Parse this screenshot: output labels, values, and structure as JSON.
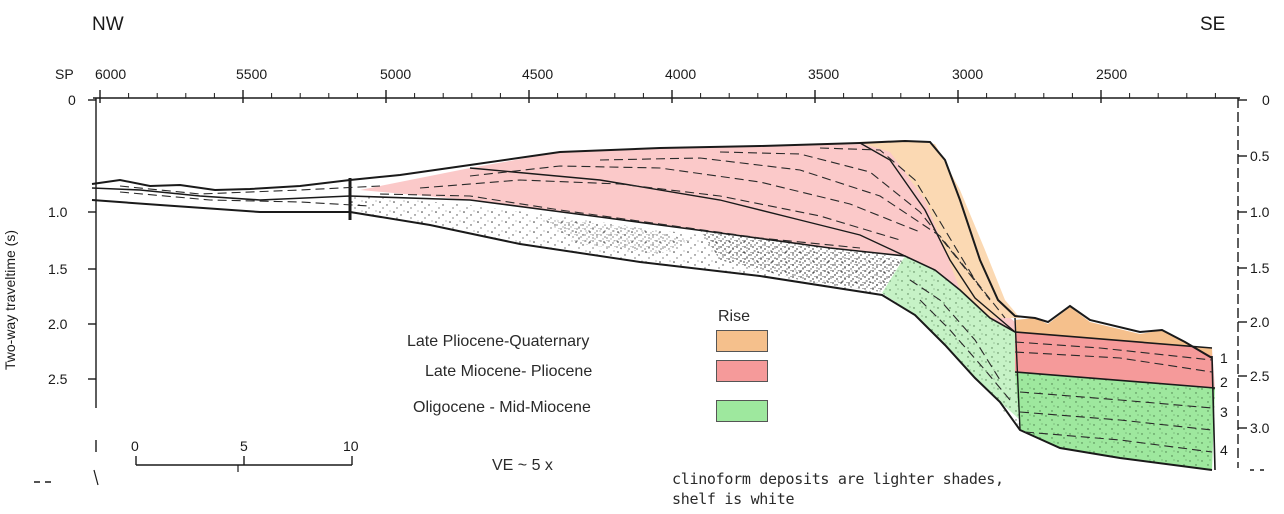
{
  "header": {
    "left_direction": "NW",
    "right_direction": "SE"
  },
  "shotpoint_axis": {
    "prefix": "SP",
    "ticks": [
      "6000",
      "5500",
      "5000",
      "4500",
      "4000",
      "3500",
      "3000",
      "2500"
    ]
  },
  "left_axis": {
    "title": "Two-way traveltime (s)",
    "ticks": [
      "0",
      "1.0",
      "1.5",
      "2.0",
      "2.5"
    ]
  },
  "right_axis": {
    "ticks": [
      "0",
      "0.5",
      "1.0",
      "1.5",
      "2.0",
      "2.5",
      "3.0"
    ]
  },
  "sequence_numbers": [
    "1",
    "2",
    "3",
    "4"
  ],
  "legend": {
    "header": "Rise",
    "items": [
      {
        "label": "Late Pliocene-Quaternary",
        "color": "#f5c08c"
      },
      {
        "label": "Late Miocene- Pliocene",
        "color": "#f59a9a"
      },
      {
        "label": "Oligocene - Mid-Miocene",
        "color": "#9ee89e"
      }
    ]
  },
  "scale_bar": {
    "ticks": [
      "0",
      "5",
      "10"
    ]
  },
  "vertical_exaggeration": "VE ~ 5 x",
  "note": [
    "clinoform deposits are lighter shades,",
    "shelf is white"
  ],
  "colors": {
    "pliocene_quaternary": "#f5c08c",
    "late_miocene_pliocene": "#f59a9a",
    "late_miocene_pliocene_light": "#fbc9c9",
    "oligocene_mid_miocene": "#9ee89e",
    "line": "#1a1a1a"
  }
}
